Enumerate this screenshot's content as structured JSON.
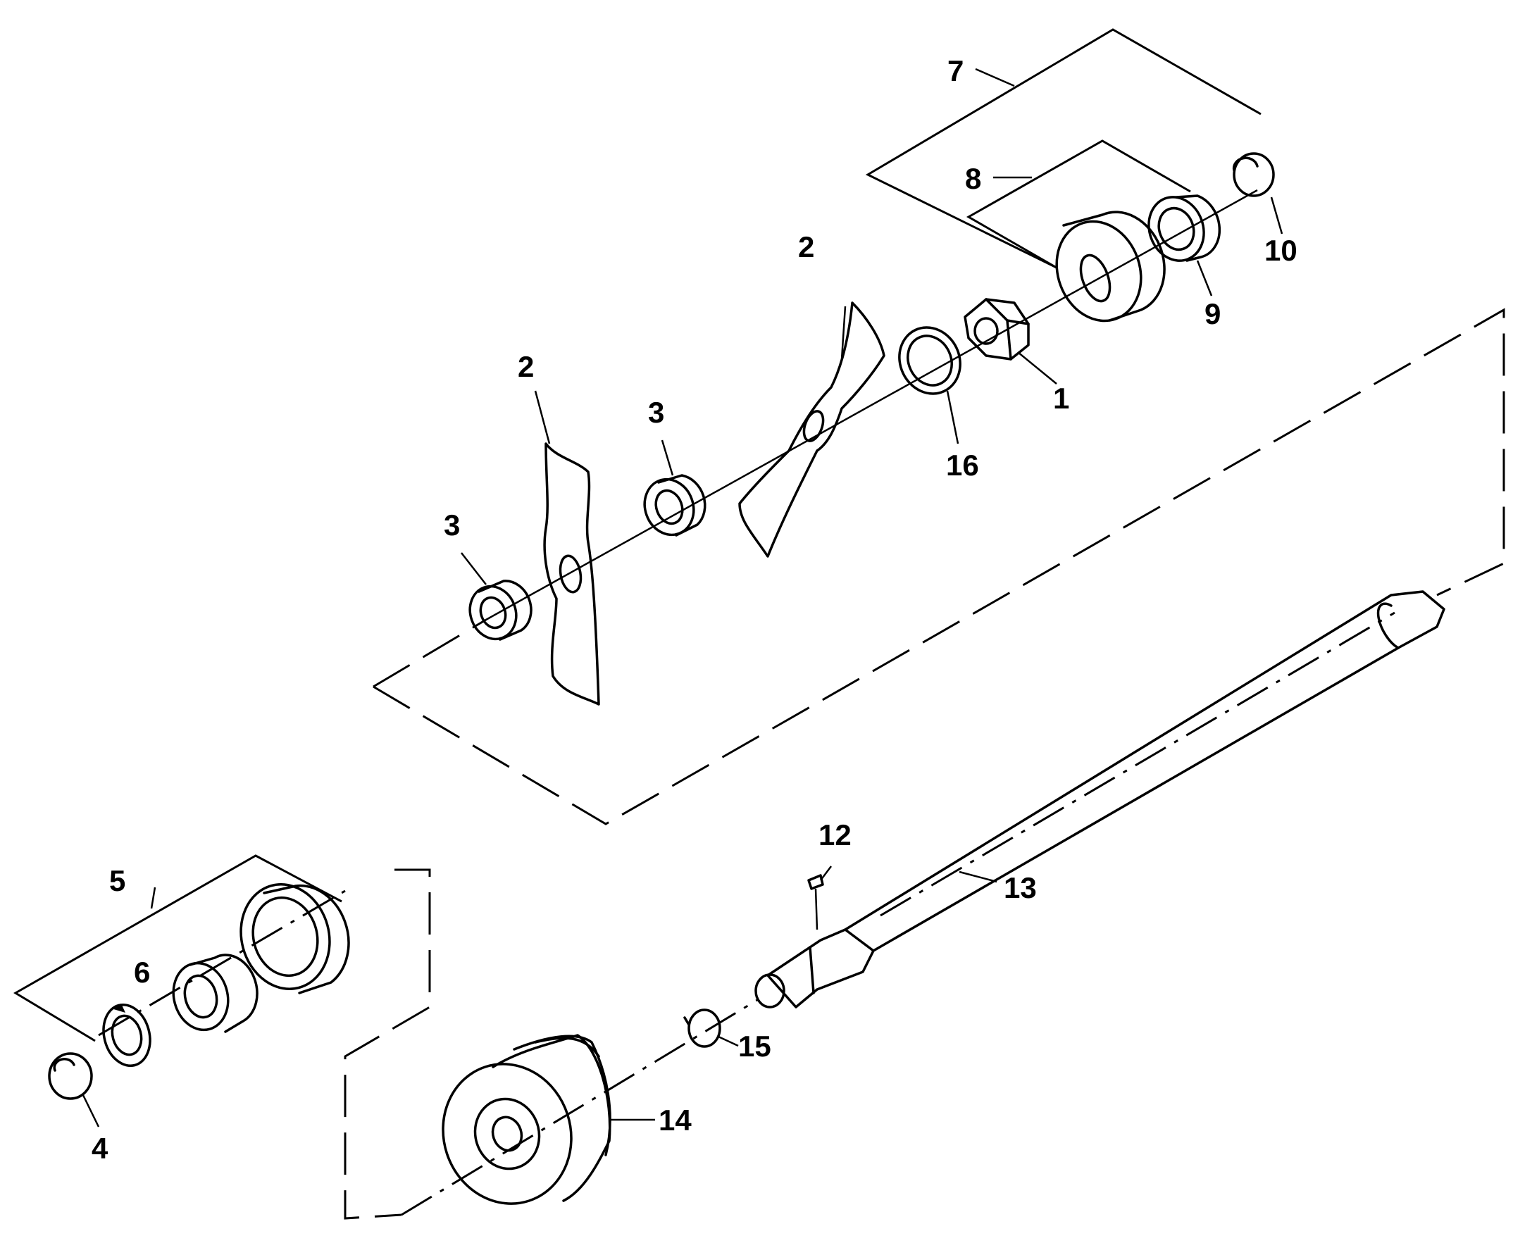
{
  "callouts": {
    "c1": "1",
    "c2a": "2",
    "c2b": "2",
    "c3a": "3",
    "c3b": "3",
    "c4": "4",
    "c5": "5",
    "c6": "6",
    "c7": "7",
    "c8": "8",
    "c9": "9",
    "c10": "10",
    "c12": "12",
    "c13": "13",
    "c14": "14",
    "c15": "15",
    "c16": "16"
  }
}
